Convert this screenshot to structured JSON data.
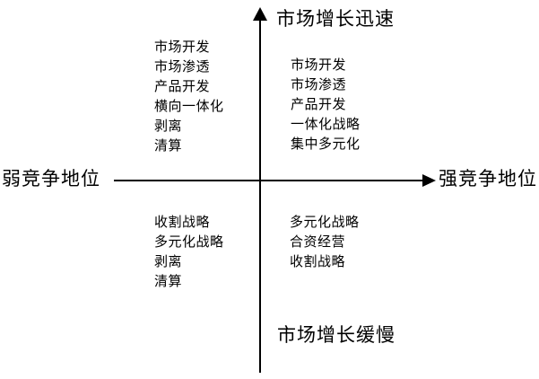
{
  "colors": {
    "background": "#ffffff",
    "line": "#000000",
    "text": "#000000"
  },
  "axes": {
    "top_label": "市场增长迅速",
    "bottom_label": "市场增长缓慢",
    "left_label": "弱竞争地位",
    "right_label": "强竞争地位"
  },
  "quadrants": {
    "top_left": {
      "items": [
        "市场开发",
        "市场渗透",
        "产品开发",
        "横向一体化",
        "剥离",
        "清算"
      ]
    },
    "top_right": {
      "items": [
        "市场开发",
        "市场渗透",
        "产品开发",
        "一体化战略",
        "集中多元化"
      ]
    },
    "bottom_left": {
      "items": [
        "收割战略",
        "多元化战略",
        "剥离",
        "清算"
      ]
    },
    "bottom_right": {
      "items": [
        "多元化战略",
        "合资经营",
        "收割战略"
      ]
    }
  }
}
